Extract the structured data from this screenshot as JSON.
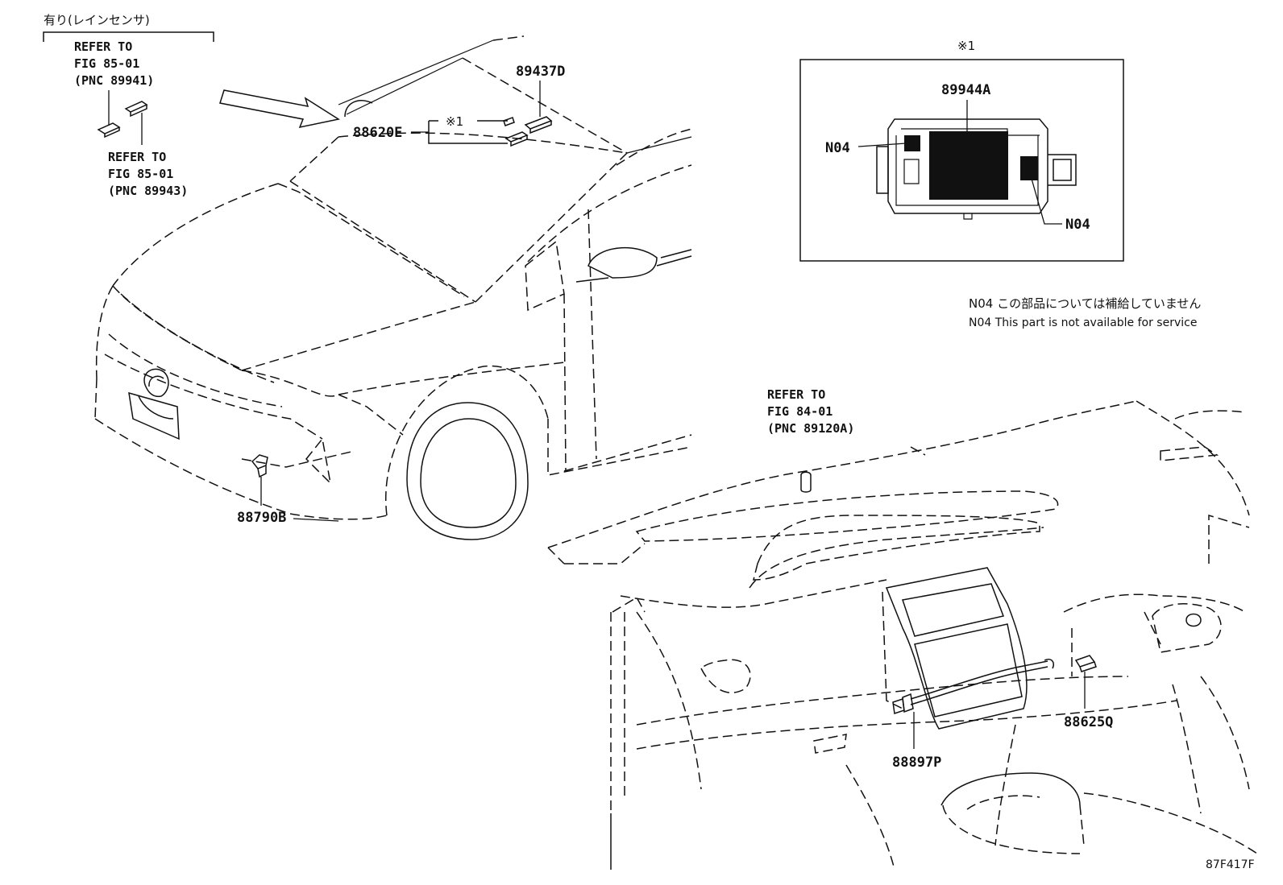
{
  "header_note": "有り(レインセンサ)",
  "refs": {
    "ref_85_89941": [
      "REFER TO",
      "FIG 85-01",
      "(PNC 89941)"
    ],
    "ref_85_89943": [
      "REFER TO",
      "FIG 85-01",
      "(PNC 89943)"
    ],
    "ref_84_89120a": [
      "REFER TO",
      "FIG 84-01",
      "(PNC 89120A)"
    ]
  },
  "parts": {
    "p89437d": "89437D",
    "p88620e": "88620E",
    "p88790b": "88790B",
    "p89944a": "89944A",
    "n04_left": "N04",
    "n04_right": "N04",
    "p88625q": "88625Q",
    "p88897p": "88897P"
  },
  "markers": {
    "detail_marker_car": "※1",
    "detail_box_title": "※1"
  },
  "notes": {
    "n04_jp": "N04 この部品については補給していません",
    "n04_en": "N04 This part is not available for service"
  },
  "figure_code": "87F417F"
}
